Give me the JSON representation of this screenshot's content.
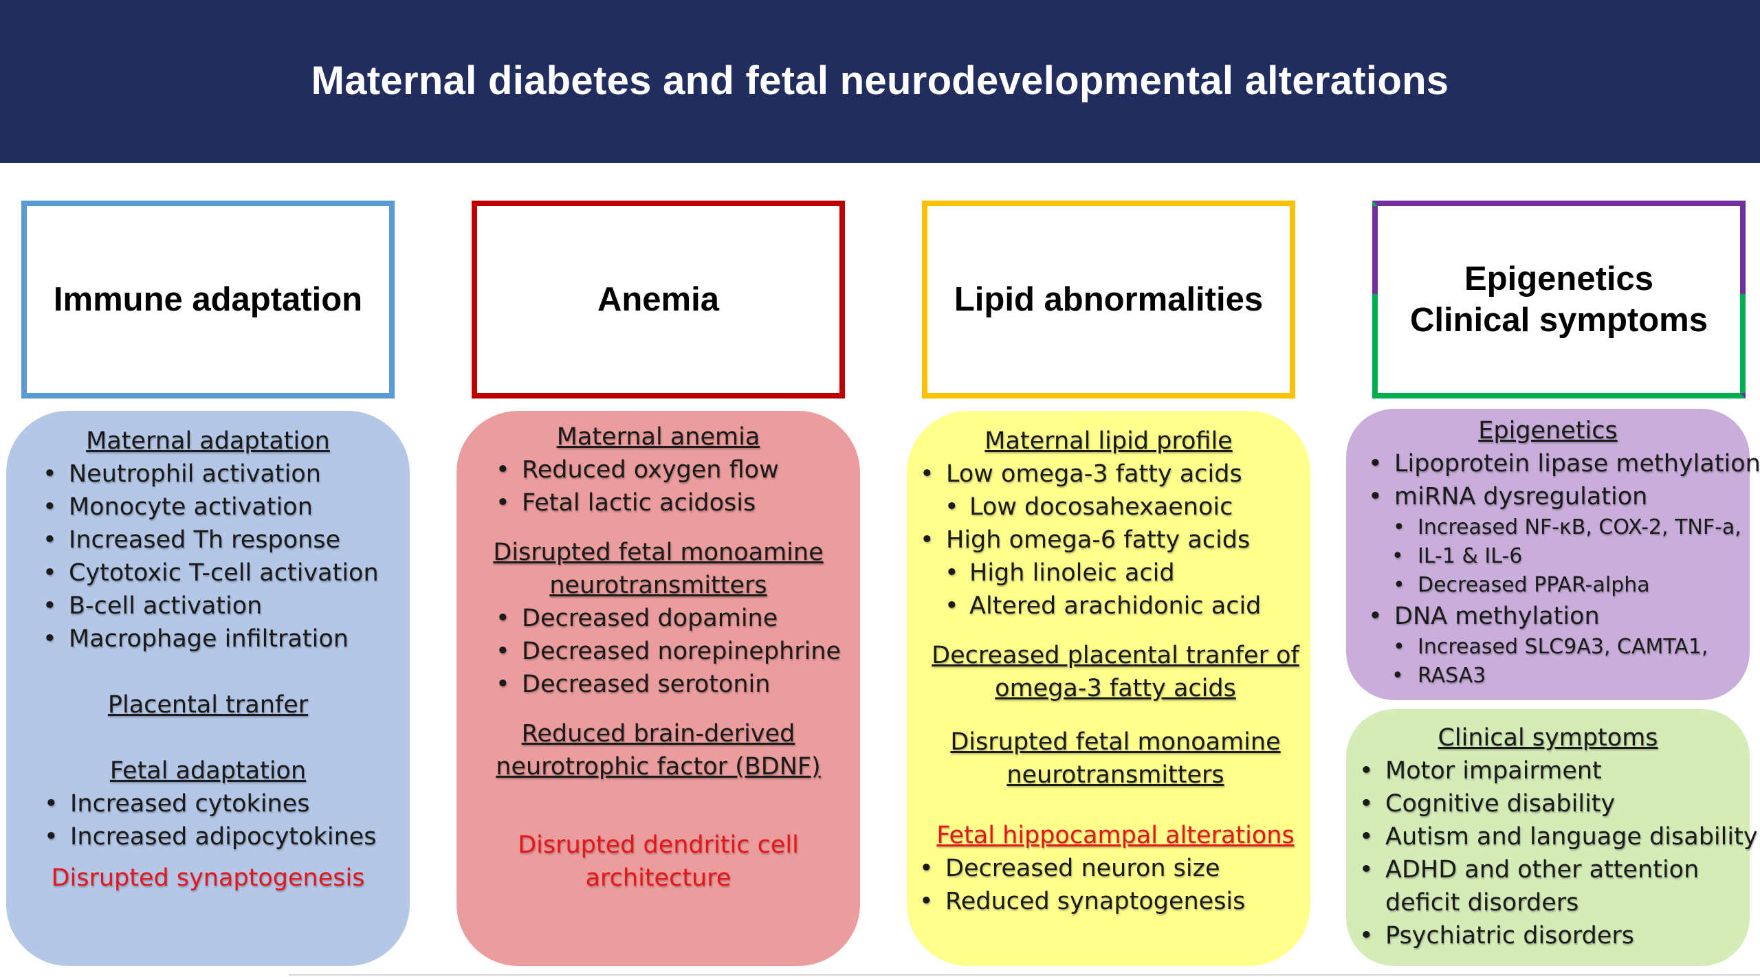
{
  "header": {
    "title": "Maternal diabetes and fetal neurodevelopmental alterations"
  },
  "colors": {
    "banner": "#212d5e",
    "immune": "#5b9bd5",
    "anemia": "#c00000",
    "lipid": "#ffc000",
    "epigenetics": "#7030a0",
    "clinical": "#00b050",
    "highlight_text": "#e8141a"
  },
  "categories": [
    {
      "title": "Immune adaptation"
    },
    {
      "title": "Anemia"
    },
    {
      "title": "Lipid abnormalities"
    },
    {
      "title_line1": "Epigenetics",
      "title_line2": "Clinical symptoms"
    }
  ],
  "immune": {
    "maternal_heading": "Maternal adaptation",
    "maternal_items": [
      "Neutrophil activation",
      "Monocyte activation",
      "Increased Th response",
      "Cytotoxic T-cell activation",
      "B-cell activation",
      "Macrophage infiltration"
    ],
    "placental_heading": "Placental tranfer",
    "fetal_heading": "Fetal adaptation",
    "fetal_items": [
      "Increased cytokines",
      "Increased adipocytokines"
    ],
    "outcome": "Disrupted synaptogenesis"
  },
  "anemia": {
    "maternal_heading": "Maternal anemia",
    "maternal_items": [
      "Reduced oxygen flow",
      "Fetal lactic acidosis"
    ],
    "mono_heading_line1": "Disrupted fetal monoamine",
    "mono_heading_line2": "neurotransmitters",
    "mono_items": [
      "Decreased dopamine",
      "Decreased norepinephrine",
      "Decreased serotonin"
    ],
    "bdnf_line1": "Reduced brain-derived",
    "bdnf_line2": "neurotrophic factor (BDNF)",
    "outcome_line1": "Disrupted dendritic cell",
    "outcome_line2": "architecture"
  },
  "lipid": {
    "profile_heading": "Maternal lipid profile",
    "item1": "Low omega-3 fatty acids",
    "item1_sub": "Low docosahexaenoic",
    "item2": "High omega-6 fatty acids",
    "item2_sub1": "High linoleic acid",
    "item2_sub2": "Altered arachidonic acid",
    "transfer_line1": "Decreased placental tranfer of",
    "transfer_line2": "omega-3 fatty acids",
    "mono_line1": "Disrupted fetal monoamine",
    "mono_line2": "neurotransmitters",
    "hippo_heading": "Fetal hippocampal alterations",
    "hippo_items": [
      "Decreased neuron size",
      "Reduced synaptogenesis"
    ]
  },
  "epigenetics": {
    "heading": "Epigenetics",
    "item1": "Lipoprotein lipase methylation",
    "item2": "miRNA dysregulation",
    "item2_sub1_line1": "Increased NF-κB, COX-2, TNF-a,",
    "item2_sub1_line2": "IL-1 & IL-6",
    "item2_sub2": "Decreased PPAR-alpha",
    "item3": "DNA methylation",
    "item3_sub_line1": "Increased SLC9A3, CAMTA1,",
    "item3_sub_line2": "RASA3"
  },
  "clinical": {
    "heading": "Clinical symptoms",
    "item1": "Motor impairment",
    "item2": "Cognitive disability",
    "item3": "Autism and language disability",
    "item4_line1": "ADHD and other attention",
    "item4_line2": "deficit disorders",
    "item5": "Psychiatric disorders"
  }
}
